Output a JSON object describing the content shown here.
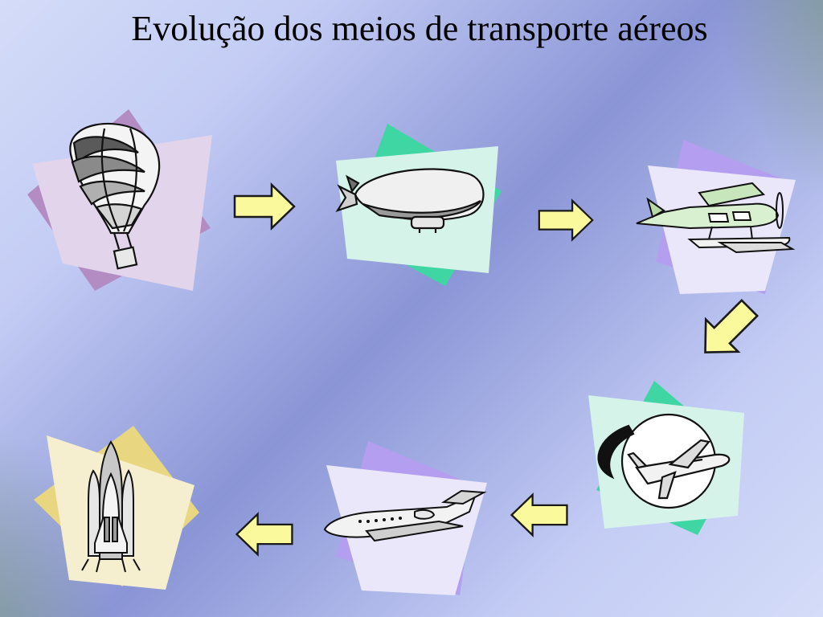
{
  "title": "Evolução dos meios de transporte aéreos",
  "stages": [
    {
      "id": "balloon",
      "icon": "hot-air-balloon-icon",
      "back_color": "#b48cc4",
      "front_color": "#e2d4ea"
    },
    {
      "id": "airship",
      "icon": "airship-icon",
      "back_color": "#3fd6a4",
      "front_color": "#d6f3ea"
    },
    {
      "id": "seaplane",
      "icon": "seaplane-icon",
      "back_color": "#b49ef0",
      "front_color": "#ebe7fb"
    },
    {
      "id": "airliner",
      "icon": "airliner-globe-icon",
      "back_color": "#3fd6a4",
      "front_color": "#d6f3ea"
    },
    {
      "id": "jet",
      "icon": "business-jet-icon",
      "back_color": "#b49ef0",
      "front_color": "#ebe7fb"
    },
    {
      "id": "shuttle",
      "icon": "space-shuttle-icon",
      "back_color": "#e8d780",
      "front_color": "#f6efcf"
    }
  ],
  "arrow_fill": "#fafa9c",
  "arrow_stroke": "#1a1a1a"
}
